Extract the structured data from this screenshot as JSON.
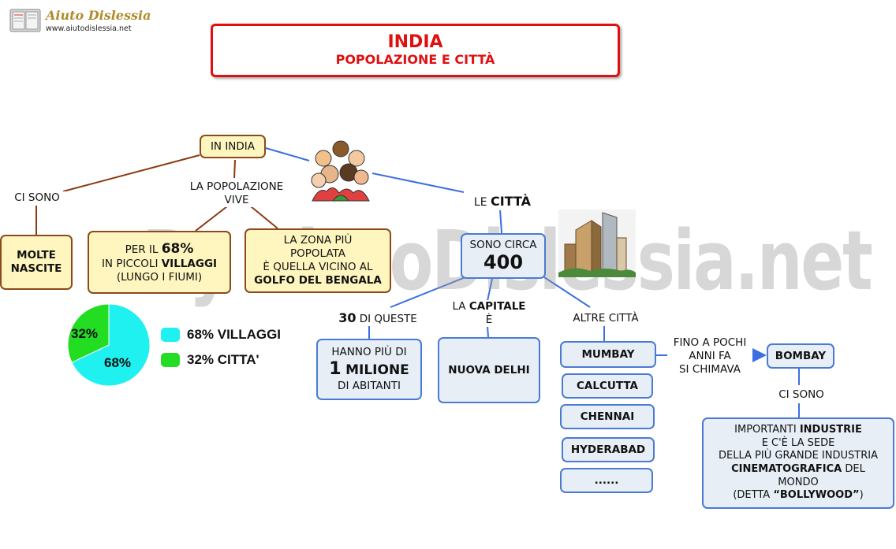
{
  "logo": {
    "name": "Aiuto Dislessia",
    "url": "www.aiutodislessia.net"
  },
  "title": {
    "main": "INDIA",
    "sub": "POPOLAZIONE E CITTÀ"
  },
  "watermark": "By AiutoDislessia.net",
  "nodes": {
    "in_india": "IN INDIA",
    "ci_sono": "CI SONO",
    "molte_nascite": "MOLTE NASCITE",
    "popolazione_vive": [
      "LA POPOLAZIONE",
      "VIVE"
    ],
    "villaggi": {
      "pre": "PER IL ",
      "pct": "68%",
      "line2_pre": "IN PICCOLI ",
      "line2_bold": "VILLAGGI",
      "line3": "(LUNGO I FIUMI)"
    },
    "zona": {
      "line1": "LA ZONA PIÙ",
      "line2": "POPOLATA",
      "line3": "È QUELLA VICINO AL",
      "line4": "GOLFO DEL BENGALA"
    },
    "le_citta": {
      "pre": "LE ",
      "bold": "CITTÀ"
    },
    "sono_circa": {
      "line1": "SONO CIRCA",
      "number": "400"
    },
    "trenta": {
      "bold": "30",
      "rest": " DI QUESTE"
    },
    "capitale": {
      "pre": "LA ",
      "bold": "CAPITALE",
      "line2": "È"
    },
    "altre_citta": "ALTRE CITTÀ",
    "milione": {
      "line1": "HANNO PIÙ DI",
      "num": "1",
      "bold": "MILIONE",
      "line3": "DI ABITANTI"
    },
    "nuova_delhi": "NUOVA DELHI",
    "cities": [
      "MUMBAY",
      "CALCUTTA",
      "CHENNAI",
      "HYDERABAD",
      "......"
    ],
    "fino_a_pochi": [
      "FINO A POCHI",
      "ANNI FA",
      "SI CHIMAVA"
    ],
    "bombay": "BOMBAY",
    "ci_sono_2": "CI SONO",
    "industrie": {
      "line1_pre": "IMPORTANTI ",
      "line1_bold": "INDUSTRIE",
      "line2": "E C'È LA SEDE",
      "line3": "DELLA PIÙ GRANDE INDUSTRIA",
      "line4": "CINEMATOGRAFICA",
      "line4_post": " DEL",
      "line5": "MONDO",
      "line6_pre": "(DETTA ",
      "line6_bold": "“BOLLYWOOD”",
      "line6_post": ")"
    }
  },
  "pie": {
    "slices": [
      {
        "label": "68%",
        "value": 68,
        "color": "#1ff0f0"
      },
      {
        "label": "32%",
        "value": 32,
        "color": "#22dd22"
      }
    ],
    "legend": [
      "68% VILLAGGI",
      "32% CITTA'"
    ]
  },
  "icons": [
    "people-icon",
    "city-buildings-icon"
  ],
  "colors": {
    "brown_line": "#8b3a10",
    "blue_line": "#3c6fe0",
    "title_red": "#e01010"
  }
}
